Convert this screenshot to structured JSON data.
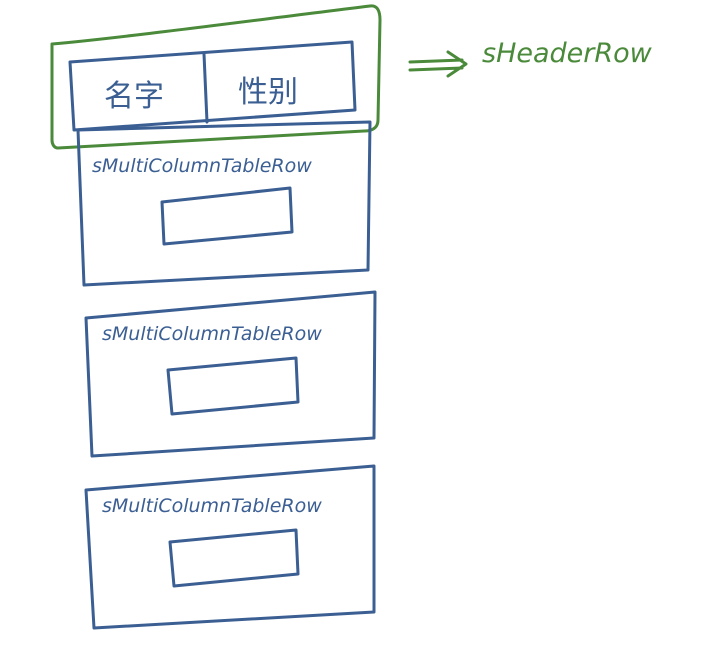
{
  "colors": {
    "header_stroke": "#4a8a3a",
    "row_stroke": "#3b5f93",
    "header_label_color": "#4a8a3a"
  },
  "header": {
    "label": "sHeaderRow",
    "columns": [
      {
        "label": "名字"
      },
      {
        "label": "性别"
      }
    ]
  },
  "rows": [
    {
      "label": "sMultiColumnTableRow"
    },
    {
      "label": "sMultiColumnTableRow"
    },
    {
      "label": "sMultiColumnTableRow"
    }
  ]
}
